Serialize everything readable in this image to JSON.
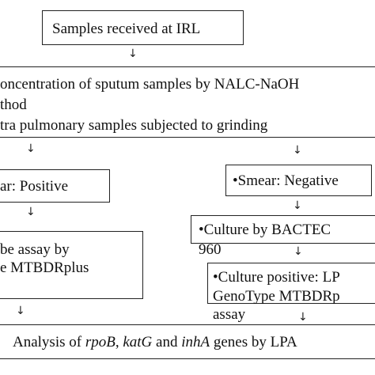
{
  "nodes": {
    "received": "Samples received at IRL",
    "concentration_line1": "oncentration of sputum samples by NALC-NaOH",
    "concentration_line2": "thod",
    "concentration_line3": "tra pulmonary samples subjected to grinding",
    "smear_positive": "ar: Positive",
    "smear_negative": "•Smear: Negative",
    "lpa_left_line1": "be assay by",
    "lpa_left_line2": "e MTBDRplus",
    "culture_bactec_line1": "•Culture by BACTEC",
    "culture_bactec_line2": "960",
    "culture_positive_line1": "•Culture positive: LP",
    "culture_positive_line2": "GenoType MTBDRp",
    "culture_positive_line3": "assay",
    "analysis_prefix": "Analysis of ",
    "analysis_gene1": "rpoB",
    "analysis_sep1": ", ",
    "analysis_gene2": "katG",
    "analysis_sep2": " and ",
    "analysis_gene3": "inhA",
    "analysis_suffix": " genes by LPA"
  },
  "arrow_glyph": "↓"
}
